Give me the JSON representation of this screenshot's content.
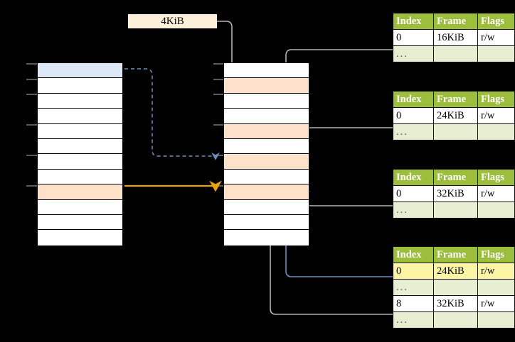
{
  "diagram": {
    "title_label": "4KiB",
    "colors": {
      "table_header_green": "#9cbe3c",
      "table_dots_row": "#e8eed1",
      "highlight_yellow": "#fbf5a5",
      "cell_blue": "#dce8f8",
      "cell_peach": "#fde2c9",
      "label_bg": "#fdf0da",
      "arrow_orange": "#e8a400",
      "arrow_blue": "#6c8ebf",
      "arrow_gray": "#b3b3b3"
    }
  },
  "virtual_column": {
    "name": "virtual-address-space",
    "cells": [
      {
        "fill": "blue"
      },
      {
        "fill": "white"
      },
      {
        "fill": "white"
      },
      {
        "fill": "white"
      },
      {
        "fill": "white"
      },
      {
        "fill": "white"
      },
      {
        "fill": "white"
      },
      {
        "fill": "white"
      },
      {
        "fill": "peach"
      },
      {
        "fill": "white"
      },
      {
        "fill": "white"
      },
      {
        "fill": "white"
      }
    ]
  },
  "physical_column": {
    "name": "physical-memory",
    "cells": [
      {
        "fill": "white"
      },
      {
        "fill": "peach"
      },
      {
        "fill": "white"
      },
      {
        "fill": "white"
      },
      {
        "fill": "peach"
      },
      {
        "fill": "white"
      },
      {
        "fill": "peach"
      },
      {
        "fill": "white"
      },
      {
        "fill": "peach"
      },
      {
        "fill": "white"
      },
      {
        "fill": "white"
      },
      {
        "fill": "white"
      }
    ]
  },
  "tables": [
    {
      "name": "page-table-level-1",
      "headers": [
        "Index",
        "Frame",
        "Flags"
      ],
      "rows": [
        {
          "cells": [
            "0",
            "16KiB",
            "r/w"
          ],
          "style": "normal",
          "highlight": [
            false,
            false,
            false
          ]
        },
        {
          "cells": [
            "...",
            "",
            ""
          ],
          "style": "dots",
          "highlight": [
            false,
            false,
            false
          ]
        }
      ]
    },
    {
      "name": "page-table-level-2",
      "headers": [
        "Index",
        "Frame",
        "Flags"
      ],
      "rows": [
        {
          "cells": [
            "0",
            "24KiB",
            "r/w"
          ],
          "style": "normal",
          "highlight": [
            false,
            false,
            false
          ]
        },
        {
          "cells": [
            "...",
            "",
            ""
          ],
          "style": "dots",
          "highlight": [
            false,
            false,
            false
          ]
        }
      ]
    },
    {
      "name": "page-table-level-3",
      "headers": [
        "Index",
        "Frame",
        "Flags"
      ],
      "rows": [
        {
          "cells": [
            "0",
            "32KiB",
            "r/w"
          ],
          "style": "normal",
          "highlight": [
            false,
            false,
            false
          ]
        },
        {
          "cells": [
            "...",
            "",
            ""
          ],
          "style": "dots",
          "highlight": [
            false,
            false,
            false
          ]
        }
      ]
    },
    {
      "name": "page-table-level-4",
      "headers": [
        "Index",
        "Frame",
        "Flags"
      ],
      "rows": [
        {
          "cells": [
            "0",
            "24KiB",
            "r/w"
          ],
          "style": "normal",
          "highlight": [
            true,
            true,
            true
          ]
        },
        {
          "cells": [
            "...",
            "",
            ""
          ],
          "style": "dots",
          "highlight": [
            false,
            false,
            false
          ]
        },
        {
          "cells": [
            "8",
            "32KiB",
            "r/w"
          ],
          "style": "normal",
          "highlight": [
            false,
            false,
            false
          ]
        },
        {
          "cells": [
            "...",
            "",
            ""
          ],
          "style": "dots",
          "highlight": [
            false,
            false,
            false
          ]
        }
      ]
    }
  ]
}
